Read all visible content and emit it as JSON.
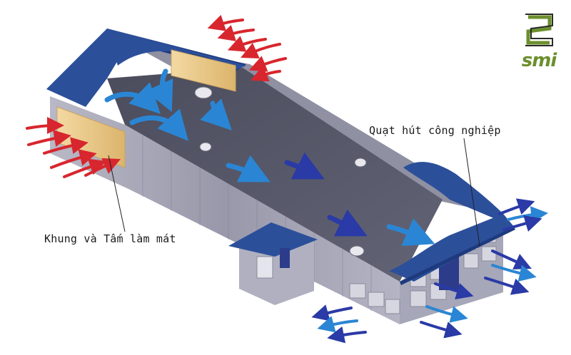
{
  "labels": {
    "exhaust_fan": "Quạt hút công nghiệp",
    "cooling_pad": "Khung và Tấm làm mát"
  },
  "logo": {
    "text": "smi",
    "color": "#6c8f2d"
  },
  "colors": {
    "roof": "#2c4f9a",
    "roof_dark": "#1e3a7e",
    "floor": "#58596a",
    "wall": "#9c9cae",
    "cooling_pad": "#e9c98a",
    "warm_air": "#d8262e",
    "cool_air": "#2a86d4",
    "exhaust_air": "#2a3aa6"
  },
  "icons": {
    "inlet_air": "red-air-arrow-icon",
    "interior_flow": "blue-air-arrow-icon",
    "outlet_air": "blue-exhaust-arrow-icon",
    "ceiling_fan": "fan-icon"
  }
}
